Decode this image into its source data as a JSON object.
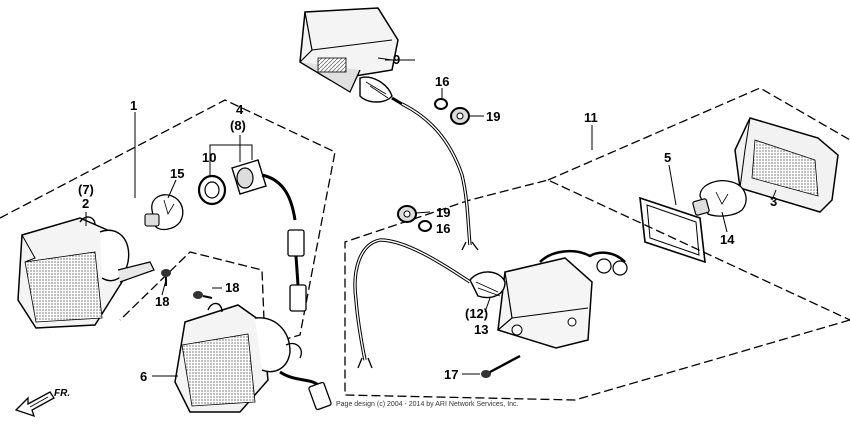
{
  "diagram": {
    "callouts": {
      "c1": "1",
      "c2": "2",
      "c7": "(7)",
      "c3": "3",
      "c4": "4",
      "c8": "(8)",
      "c5": "5",
      "c6": "6",
      "c9": "9",
      "c10": "10",
      "c11": "11",
      "c12": "(12)",
      "c13": "13",
      "c14": "14",
      "c15": "15",
      "c16a": "16",
      "c16b": "16",
      "c17": "17",
      "c18a": "18",
      "c18b": "18",
      "c19a": "19",
      "c19b": "19"
    },
    "direction_label": "FR.",
    "copyright": "Page design (c) 2004 - 2014 by ARI Network Services, Inc."
  }
}
